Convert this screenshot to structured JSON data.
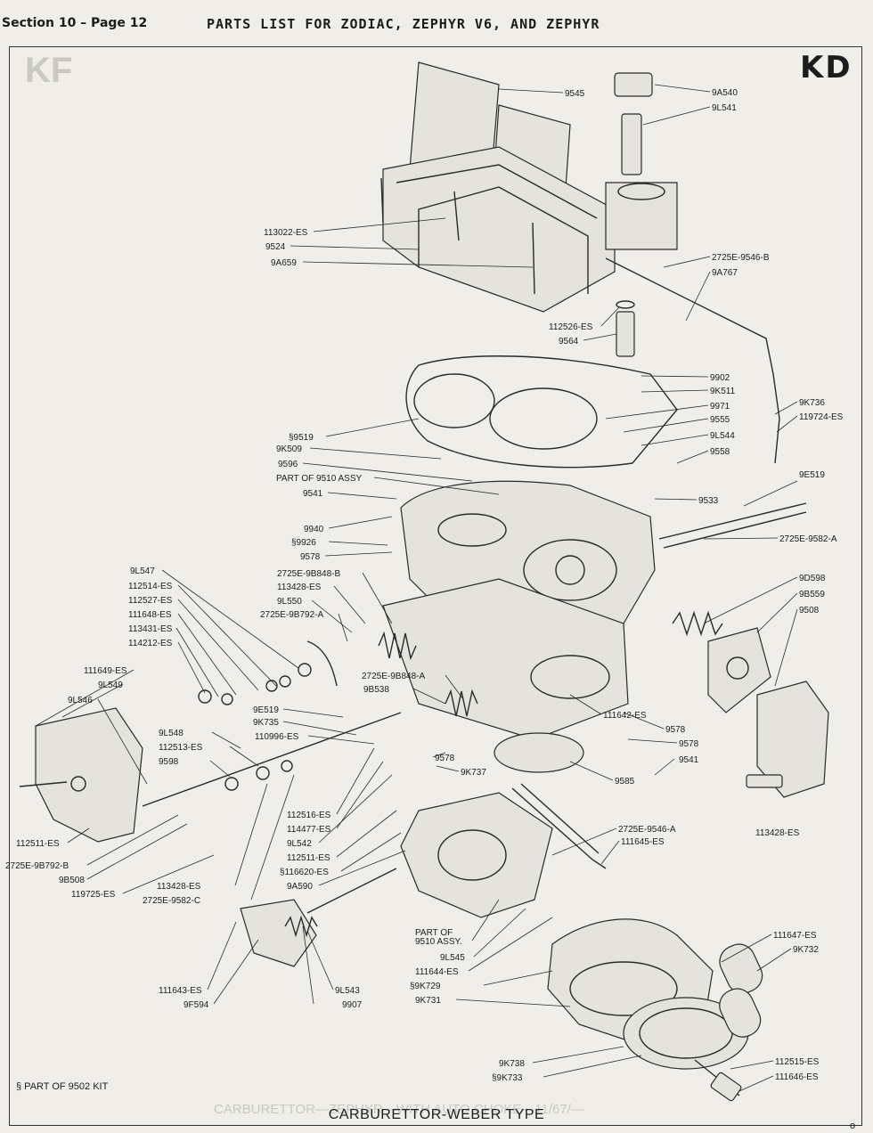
{
  "header": {
    "section": "Section 10 – Page 12",
    "title": "PARTS LIST FOR ZODIAC, ZEPHYR V6, AND ZEPHYR"
  },
  "model_code": "KD",
  "footnote": "§ PART OF 9502 KIT",
  "caption": "CARBURETTOR-WEBER TYPE",
  "corner_mark": "o",
  "labels": [
    "9545",
    "9A540",
    "9L541",
    "113022-ES",
    "9524",
    "9A659",
    "2725E-9546-B",
    "9A767",
    "112526-ES",
    "9564",
    "9902",
    "9K511",
    "9971",
    "9555",
    "9L544",
    "9558",
    "9K736",
    "119724-ES",
    "§9519",
    "9K509",
    "9596",
    "PART OF 9510 ASSY",
    "9541",
    "9533",
    "9E519",
    "9940",
    "§9926",
    "9578",
    "2725E-9582-A",
    "9L547",
    "112514-ES",
    "112527-ES",
    "111648-ES",
    "113431-ES",
    "114212-ES",
    "2725E-9B848-B",
    "113428-ES",
    "9L550",
    "2725E-9B792-A",
    "9D598",
    "9B559",
    "9508",
    "111649-ES",
    "9L549",
    "9L546",
    "2725E-9B848-A",
    "9B538",
    "111642-ES",
    "9578",
    "9E519",
    "9K735",
    "110996-ES",
    "9L548",
    "112513-ES",
    "9598",
    "9578",
    "9541",
    "9578",
    "9K737",
    "9585",
    "112516-ES",
    "114477-ES",
    "9L542",
    "112511-ES",
    "§116620-ES",
    "9A590",
    "2725E-9546-A",
    "111645-ES",
    "113428-ES",
    "112511-ES",
    "2725E-9B792-B",
    "9B508",
    "119725-ES",
    "113428-ES",
    "2725E-9582-C",
    "PART OF",
    "9510 ASSY.",
    "9L545",
    "111644-ES",
    "111647-ES",
    "9K732",
    "111643-ES",
    "9F594",
    "9L543",
    "9907",
    "§9K729",
    "9K731",
    "9K738",
    "§9K733",
    "112515-ES",
    "111646-ES"
  ],
  "ghost_text": {
    "mirror_code": "KF",
    "mirror_caption": "CARBURETTOR—ZEPHYR—WITH AUTO CHOKE—11/67/—"
  }
}
